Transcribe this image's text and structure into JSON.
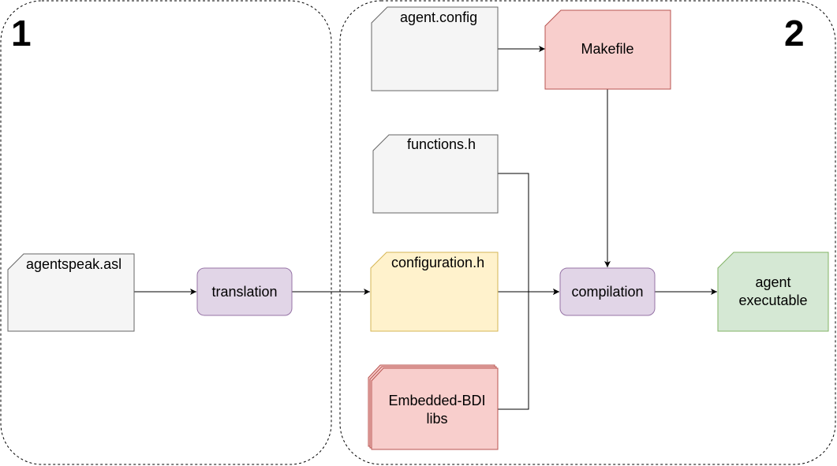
{
  "stages": [
    {
      "number": "1"
    },
    {
      "number": "2"
    }
  ],
  "nodes": {
    "agentspeak": {
      "label": "agentspeak.asl"
    },
    "translation": {
      "label": "translation"
    },
    "agent_config": {
      "label": "agent.config"
    },
    "makefile": {
      "label": "Makefile"
    },
    "functions_h": {
      "label": "functions.h"
    },
    "configuration_h": {
      "label": "configuration.h"
    },
    "compilation": {
      "label": "compilation"
    },
    "embedded_libs": {
      "line1": "Embedded-BDI",
      "line2": "libs"
    },
    "agent_exec": {
      "line1": "agent",
      "line2": "executable"
    }
  },
  "colors": {
    "gray_fill": "#f5f5f5",
    "gray_stroke": "#666666",
    "purple_fill": "#e1d5e7",
    "purple_stroke": "#9673a6",
    "red_fill": "#f8cecc",
    "red_stroke": "#b85450",
    "yellow_fill": "#fff2cc",
    "yellow_stroke": "#d6b656",
    "green_fill": "#d5e8d4",
    "green_stroke": "#82b366"
  }
}
